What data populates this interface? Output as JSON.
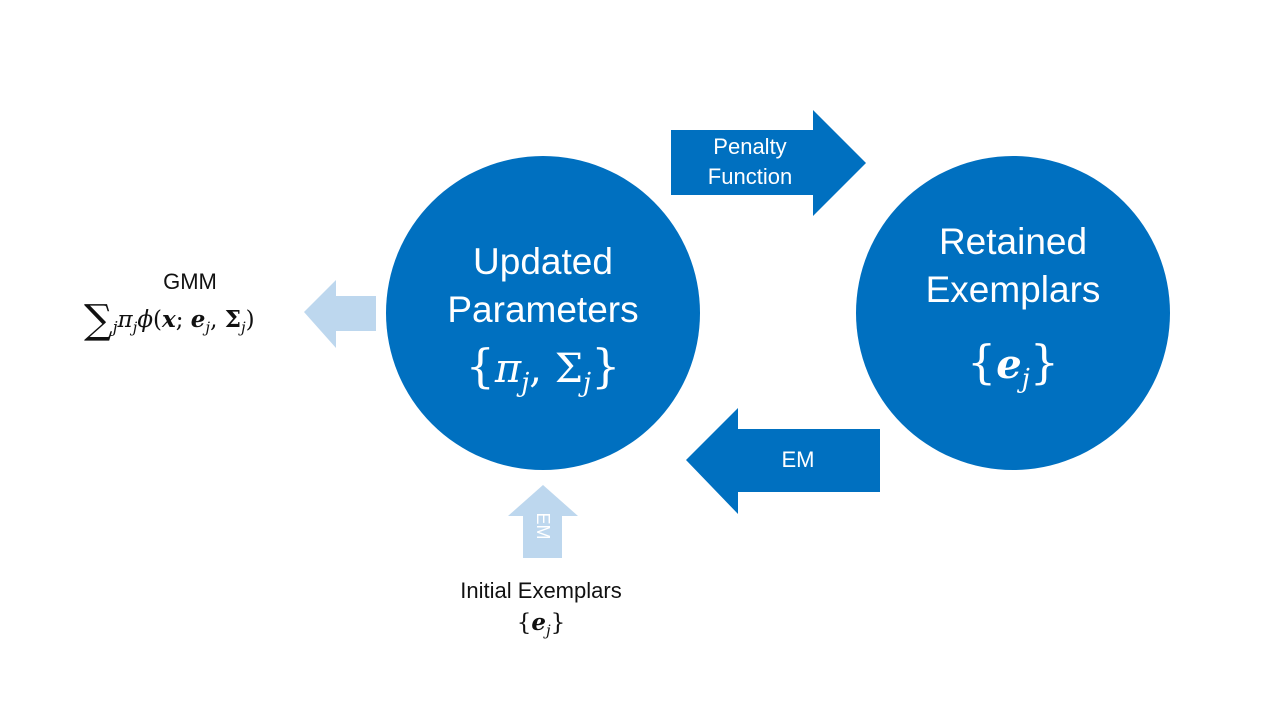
{
  "colors": {
    "primary_blue": "#0070C0",
    "light_blue": "#BDD7EE",
    "background": "#FFFFFF",
    "text_dark": "#111111",
    "text_light": "#FFFFFF"
  },
  "nodes": {
    "updated_parameters": {
      "line1": "Updated",
      "line2": "Parameters",
      "set_open": "{",
      "pi": "π",
      "sub_j": "j",
      "comma": ", ",
      "sigma": "Σ",
      "set_close": "}"
    },
    "retained_exemplars": {
      "line1": "Retained",
      "line2": "Exemplars",
      "set_open": "{",
      "e": "e",
      "sub_j": "j",
      "set_close": "}"
    }
  },
  "arrows": {
    "penalty": {
      "line1": "Penalty",
      "line2": "Function"
    },
    "em_back": {
      "label": "EM"
    },
    "em_initial": {
      "label": "EM"
    },
    "gmm_output": {
      "label": ""
    }
  },
  "gmm": {
    "title": "GMM",
    "sum_symbol": "∑",
    "sum_index": "j",
    "pi": "π",
    "sub_j": "j",
    "phi": "ϕ",
    "open_paren": "(",
    "x": "x",
    "semicolon": "; ",
    "e": "e",
    "comma": ", ",
    "sigma": "Σ",
    "close_paren": ")"
  },
  "initial": {
    "title": "Initial Exemplars",
    "set_open": "{",
    "e": "e",
    "sub_j": "j",
    "set_close": "}"
  },
  "icons": {
    "penalty_arrow": "right-arrow-icon",
    "em_back_arrow": "left-arrow-icon",
    "em_initial_arrow": "up-arrow-icon",
    "gmm_arrow": "left-arrow-icon"
  }
}
